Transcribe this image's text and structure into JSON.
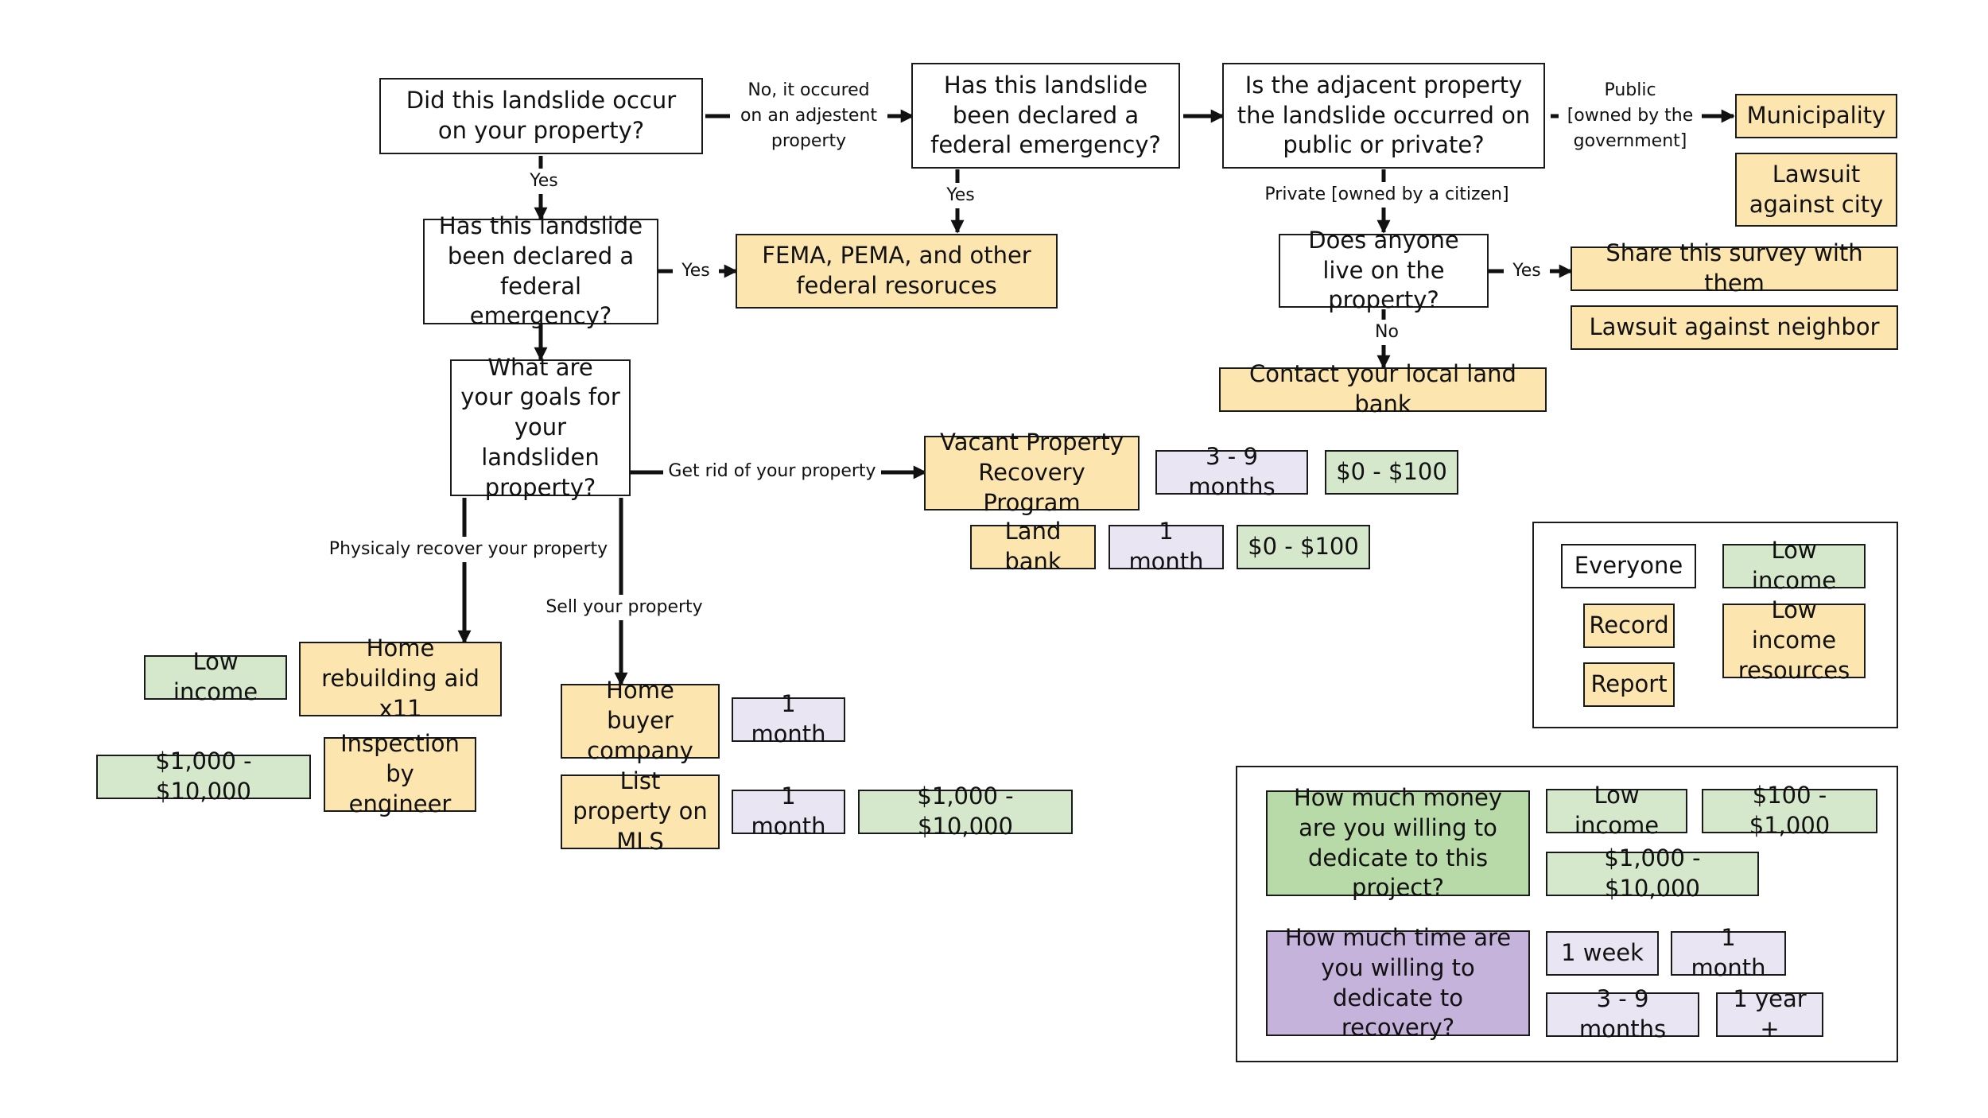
{
  "nodes": {
    "q_occur": "Did this landslide occur on your property?",
    "q_fed_adj": "Has this landslide been declared a federal emergency?",
    "q_public": "Is the adjacent property the landslide occurred on public or private?",
    "r_municipality": "Municipality",
    "r_lawsuit_city": "Lawsuit against city",
    "q_fed_own": "Has this landslide been declared a federal emergency?",
    "r_fema": "FEMA, PEMA, and other federal resoruces",
    "q_live": "Does anyone live on the property?",
    "r_share": "Share this survey with them",
    "r_lawsuit_neighbor": "Lawsuit against neighbor",
    "r_landbank_contact": "Contact your local land bank",
    "q_goals": "What are your goals for your landsliden property?",
    "r_vacant": "Vacant Property Recovery Program",
    "t_vacant": "3 - 9 months",
    "m_vacant": "$0 - $100",
    "r_landbank": "Land bank",
    "t_landbank": "1 month",
    "m_landbank": "$0 - $100",
    "l_rebuild": "Low income",
    "r_rebuild": "Home rebuilding aid x11",
    "m_inspect": "$1,000 - $10,000",
    "r_inspect": "Inspection by engineer",
    "r_buyer": "Home buyer company",
    "t_buyer": "1 month",
    "r_mls": "List property on MLS",
    "t_mls": "1 month",
    "m_mls": "$1,000 - $10,000"
  },
  "edges": {
    "e_no_adj": "No, it occured\non an adjestent\nproperty",
    "e_yes_own": "Yes",
    "e_yes_fema_adj": "Yes",
    "e_public": "Public\n[owned by the\ngovernment]",
    "e_private": "Private [owned by a citizen]",
    "e_yes_fema_own": "Yes",
    "e_yes_live": "Yes",
    "e_no_live": "No",
    "e_getrid": "Get rid of your property",
    "e_recover": "Physicaly recover your property",
    "e_sell": "Sell your property"
  },
  "legend": {
    "everyone": "Everyone",
    "low_income": "Low income",
    "record": "Record",
    "low_income_resources": "Low income resources",
    "report": "Report"
  },
  "filters": {
    "money_question": "How much money are you willing to dedicate to this project?",
    "money_low_income": "Low income",
    "money_100_1000": "$100 - $1,000",
    "money_1000_10000": "$1,000 - $10,000",
    "time_question": "How much time are you willing to dedicate to recovery?",
    "time_1_week": "1 week",
    "time_1_month": "1 month",
    "time_3_9_months": "3 - 9 months",
    "time_1_year": "1 year +"
  },
  "colors": {
    "resource": "#fde5b0",
    "money": "#d5e8cc",
    "time": "#eae5f3",
    "money_question": "#b8d9a8",
    "time_question": "#c5b3dc",
    "line": "#111111"
  }
}
